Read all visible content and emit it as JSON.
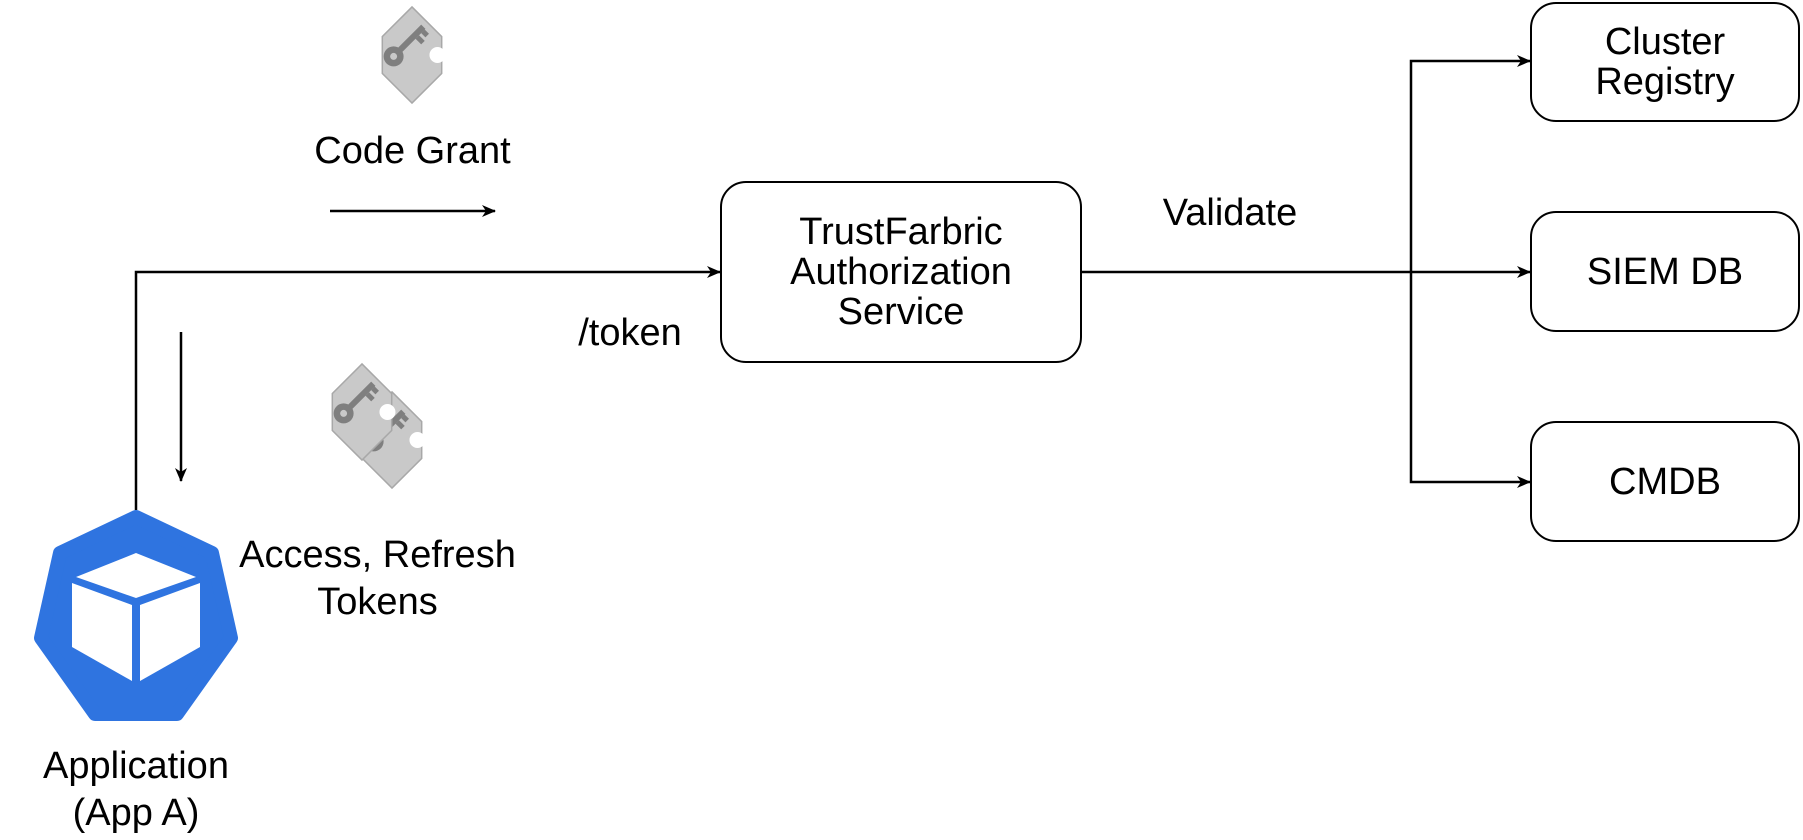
{
  "nodes": {
    "application": {
      "label_line1": "Application",
      "label_line2": "(App A)",
      "icon": "kubernetes-pod-icon"
    },
    "auth_service": {
      "line1": "TrustFarbric",
      "line2": "Authorization",
      "line3": "Service"
    },
    "cluster_registry": {
      "line1": "Cluster",
      "line2": "Registry"
    },
    "siem_db": {
      "label": "SIEM DB"
    },
    "cmdb": {
      "label": "CMDB"
    }
  },
  "edges": {
    "code_grant": {
      "label": "Code Grant",
      "icon": "key-tag-icon"
    },
    "tokens": {
      "line1": "Access, Refresh",
      "line2": "Tokens",
      "icon": "double-key-tag-icon"
    },
    "token_endpoint": {
      "label": "/token"
    },
    "validate": {
      "label": "Validate"
    }
  },
  "colors": {
    "app_icon": "#2f74e0",
    "key_tag": "#c9c9c9",
    "key_tag_edge": "#a8a8a8",
    "key_glyph": "#7f7f7f",
    "stroke": "#000000"
  }
}
